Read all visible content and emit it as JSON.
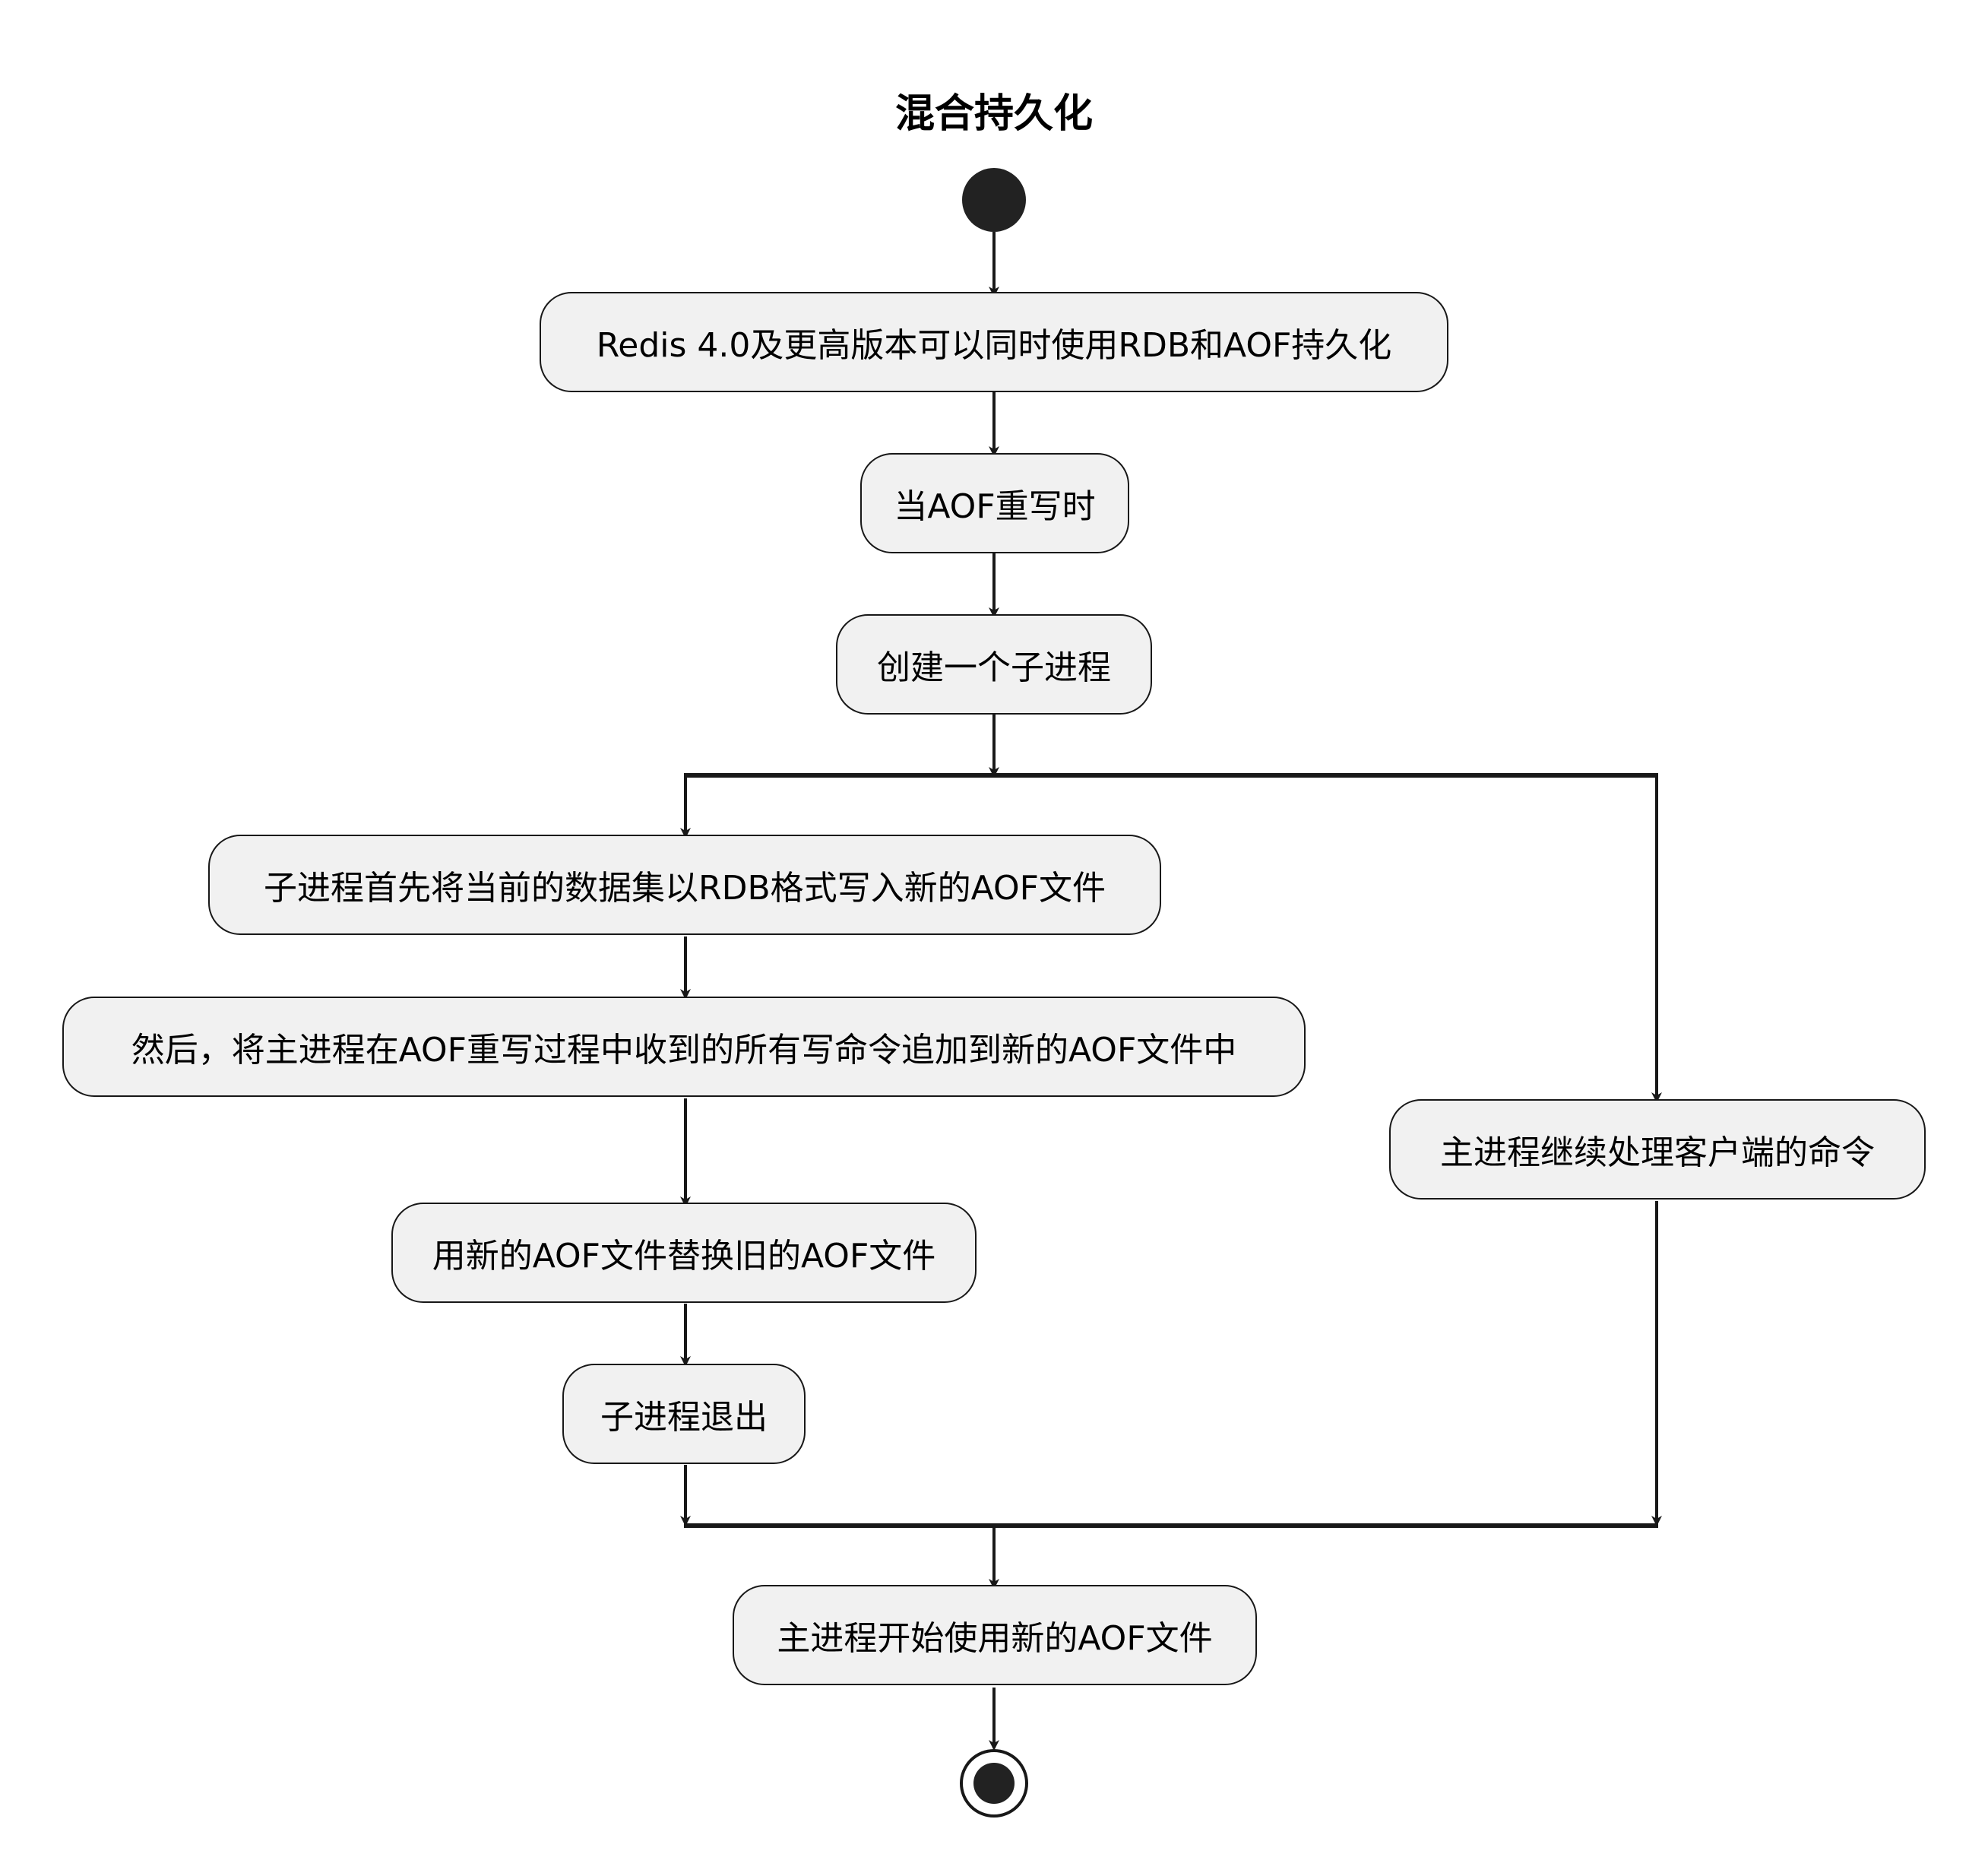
{
  "diagram": {
    "title": "混合持久化",
    "type": "activity",
    "colors": {
      "node_fill": "#f1f1f1",
      "line": "#181818",
      "start_dot": "#222222"
    },
    "nodes": {
      "redis_version": "Redis 4.0及更高版本可以同时使用RDB和AOF持久化",
      "aof_rewrite": "当AOF重写时",
      "create_child": "创建一个子进程",
      "child_write_rdb": "子进程首先将当前的数据集以RDB格式写入新的AOF文件",
      "append_commands": "然后，将主进程在AOF重写过程中收到的所有写命令追加到新的AOF文件中",
      "replace_file": "用新的AOF文件替换旧的AOF文件",
      "child_exit": "子进程退出",
      "main_continue": "主进程继续处理客户端的命令",
      "main_use_new": "主进程开始使用新的AOF文件"
    }
  }
}
